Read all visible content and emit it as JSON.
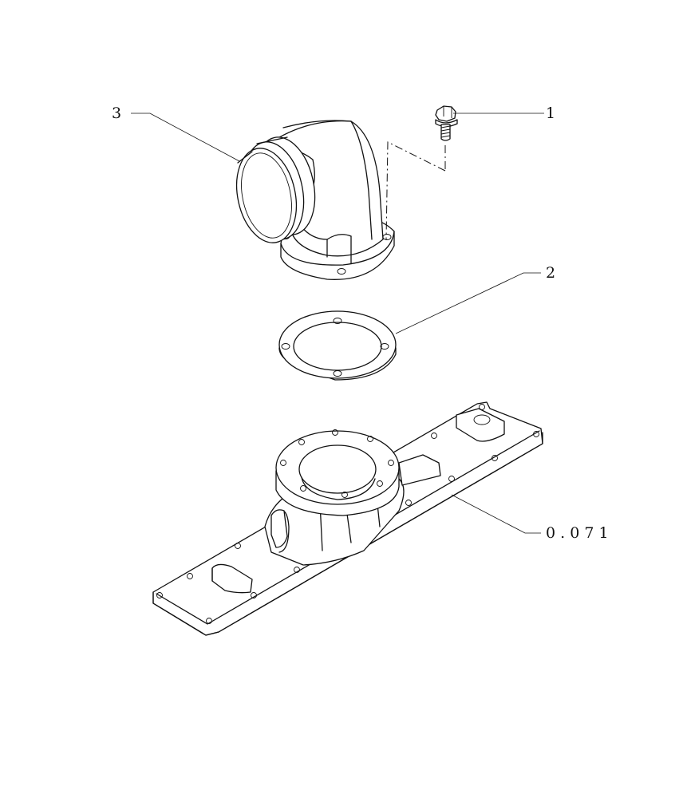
{
  "callouts": {
    "c1": "1",
    "c2": "2",
    "c3": "3",
    "ref": "0 . 0 7 1"
  },
  "parts": [
    {
      "id": "1",
      "name": "bolt-icon"
    },
    {
      "id": "2",
      "name": "gasket-icon"
    },
    {
      "id": "3",
      "name": "elbow-pipe-icon"
    },
    {
      "id": "0 . 0 7 1",
      "name": "intake-manifold-icon"
    }
  ]
}
